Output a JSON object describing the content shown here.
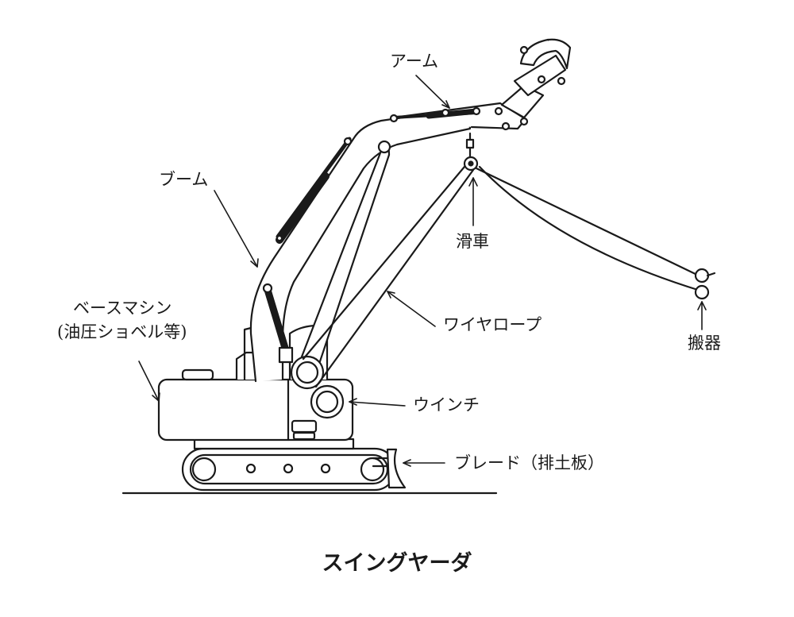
{
  "title": "スイングヤーダ",
  "labels": {
    "arm": "アーム",
    "boom": "ブーム",
    "pulley": "滑車",
    "base_machine_line1": "ベースマシン",
    "base_machine_line2": "(油圧ショベル等)",
    "wire_rope": "ワイヤロープ",
    "carriage": "搬器",
    "winch": "ウインチ",
    "blade": "ブレード（排土板）"
  },
  "colors": {
    "line": "#1a1a1a",
    "background": "#ffffff"
  }
}
